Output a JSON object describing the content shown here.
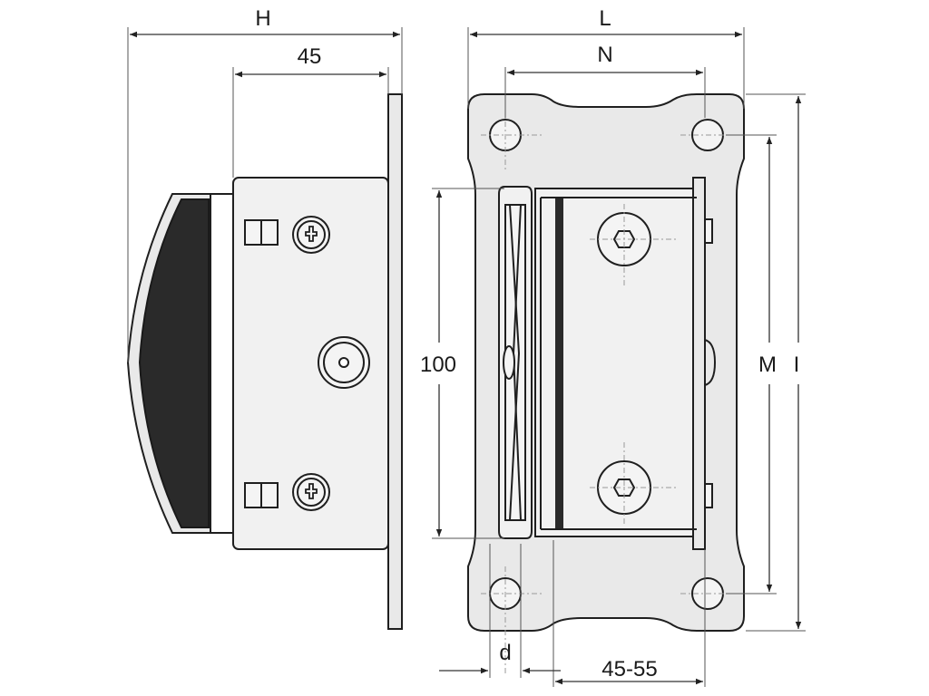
{
  "labels": {
    "H": "H",
    "d45": "45",
    "L": "L",
    "N": "N",
    "d100": "100",
    "M": "M",
    "I": "I",
    "d": "d",
    "range": "45-55"
  },
  "colors": {
    "outline": "#1f1f1f",
    "fill": "#e9e9e9",
    "handle": "#2a2a2a"
  }
}
